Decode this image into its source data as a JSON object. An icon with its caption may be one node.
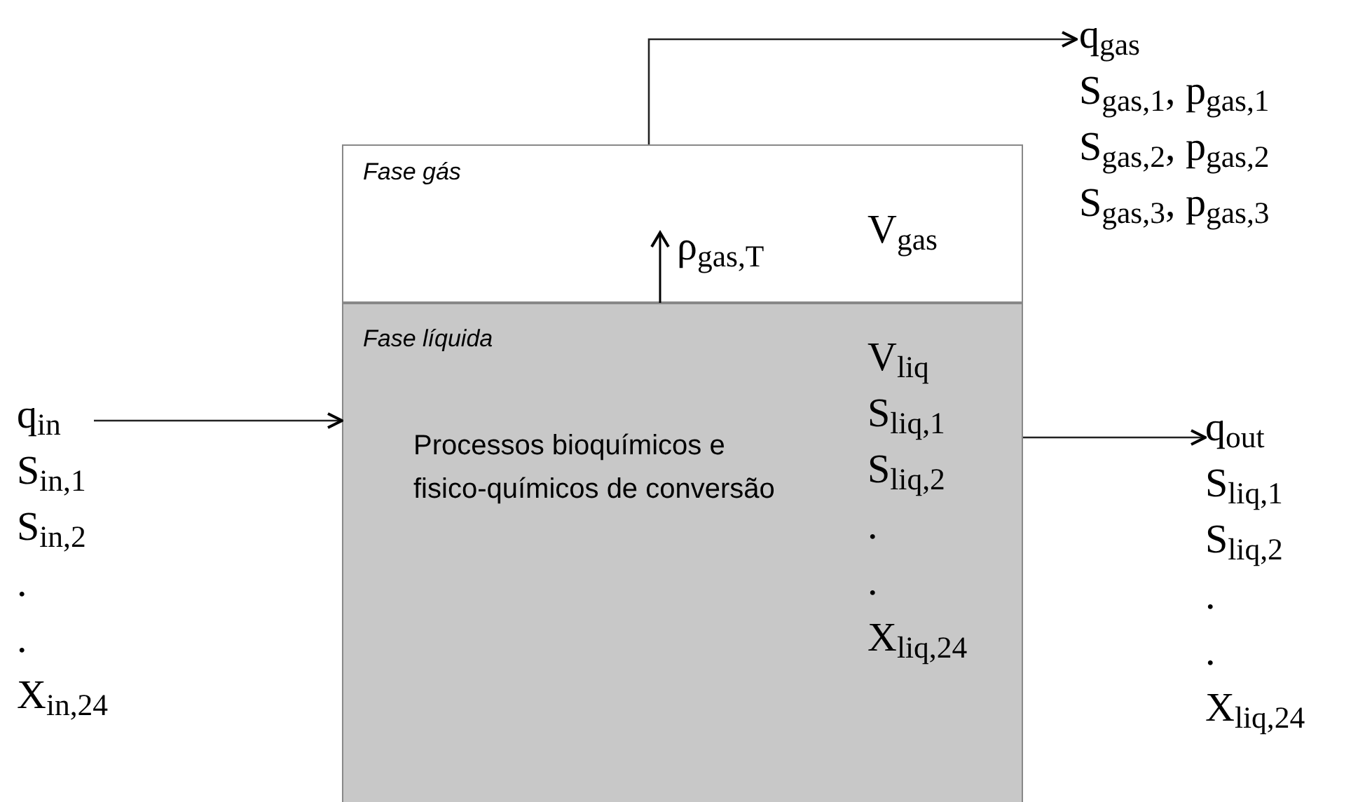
{
  "diagram": {
    "nodes": [
      {
        "text": [
          "Fase gás",
          "ρ$_{gas,T}$",
          "V$_{gas}$"
        ]
      },
      {
        "text": [
          "Fase líquida",
          "Processos bioquímicos e fisico-químicos de conversão",
          "V$_{liq}$",
          "S$_{liq,1}$",
          "S$_{liq,2}$",
          ".",
          ".",
          "X$_{liq,24}$"
        ]
      },
      {
        "text": [
          "q$_{in}$",
          "S$_{in,1}$",
          "S$_{in,2}$",
          ".",
          ".",
          "X$_{in,24}$"
        ]
      },
      {
        "text": [
          "q$_{out}$",
          "S$_{liq,1}$",
          "S$_{liq,2}$",
          ".",
          ".",
          "X$_{liq,24}$"
        ]
      },
      {
        "text": [
          "q$_{gas}$",
          "S$_{gas,1}$, p$_{gas,1}$",
          "S$_{gas,2}$, p$_{gas,2}$",
          "S$_{gas,3}$, p$_{gas,3}$"
        ]
      }
    ],
    "edges": [
      {
        "from": 2,
        "to": 1,
        "arrow": "to"
      },
      {
        "from": 1,
        "to": 3,
        "arrow": "to"
      },
      {
        "from": 0,
        "to": 4,
        "arrow": "to"
      }
    ]
  }
}
